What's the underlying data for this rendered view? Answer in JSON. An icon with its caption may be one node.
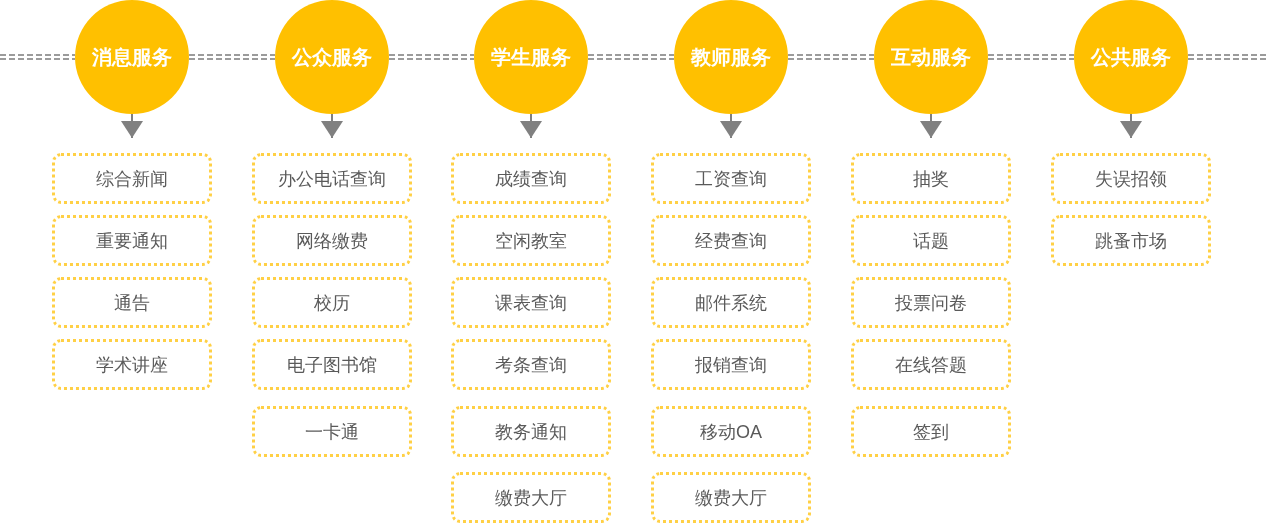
{
  "diagram": {
    "nodes": [
      {
        "text": [
          "消息服务"
        ]
      },
      {
        "text": [
          "综合新闻"
        ]
      },
      {
        "text": [
          "重要通知"
        ]
      },
      {
        "text": [
          "通告"
        ]
      },
      {
        "text": [
          "学术讲座"
        ]
      },
      {
        "text": [
          "公众服务"
        ]
      },
      {
        "text": [
          "办公电话查询"
        ]
      },
      {
        "text": [
          "网络缴费"
        ]
      },
      {
        "text": [
          "校历"
        ]
      },
      {
        "text": [
          "电子图书馆"
        ]
      },
      {
        "text": [
          "一卡通"
        ]
      },
      {
        "text": [
          "学生服务"
        ]
      },
      {
        "text": [
          "成绩查询"
        ]
      },
      {
        "text": [
          "空闲教室"
        ]
      },
      {
        "text": [
          "课表查询"
        ]
      },
      {
        "text": [
          "考条查询"
        ]
      },
      {
        "text": [
          "教务通知"
        ]
      },
      {
        "text": [
          "缴费大厅"
        ]
      },
      {
        "text": [
          "教师服务"
        ]
      },
      {
        "text": [
          "工资查询"
        ]
      },
      {
        "text": [
          "经费查询"
        ]
      },
      {
        "text": [
          "邮件系统"
        ]
      },
      {
        "text": [
          "报销查询"
        ]
      },
      {
        "text": [
          "移动OA"
        ]
      },
      {
        "text": [
          "缴费大厅"
        ]
      },
      {
        "text": [
          "互动服务"
        ]
      },
      {
        "text": [
          "抽奖"
        ]
      },
      {
        "text": [
          "话题"
        ]
      },
      {
        "text": [
          "投票问卷"
        ]
      },
      {
        "text": [
          "在线答题"
        ]
      },
      {
        "text": [
          "签到"
        ]
      },
      {
        "text": [
          "公共服务"
        ]
      },
      {
        "text": [
          "失误招领"
        ]
      },
      {
        "text": [
          "跳蚤市场"
        ]
      }
    ],
    "edges": [
      {
        "from": null,
        "to": 0,
        "arrow": "none",
        "style": "dashed"
      },
      {
        "from": 0,
        "to": 5,
        "arrow": "none",
        "style": "dashed"
      },
      {
        "from": 5,
        "to": 11,
        "arrow": "none",
        "style": "dashed"
      },
      {
        "from": 11,
        "to": 18,
        "arrow": "none",
        "style": "dashed"
      },
      {
        "from": 18,
        "to": 25,
        "arrow": "none",
        "style": "dashed"
      },
      {
        "from": 25,
        "to": 31,
        "arrow": "none",
        "style": "dashed"
      },
      {
        "from": 31,
        "to": null,
        "arrow": "none",
        "style": "dashed"
      },
      {
        "from": 0,
        "to": 1,
        "arrow": "to"
      },
      {
        "from": 5,
        "to": 6,
        "arrow": "to"
      },
      {
        "from": 11,
        "to": 12,
        "arrow": "to"
      },
      {
        "from": 18,
        "to": 19,
        "arrow": "to"
      },
      {
        "from": 25,
        "to": 26,
        "arrow": "to"
      },
      {
        "from": 31,
        "to": 32,
        "arrow": "to"
      }
    ]
  }
}
